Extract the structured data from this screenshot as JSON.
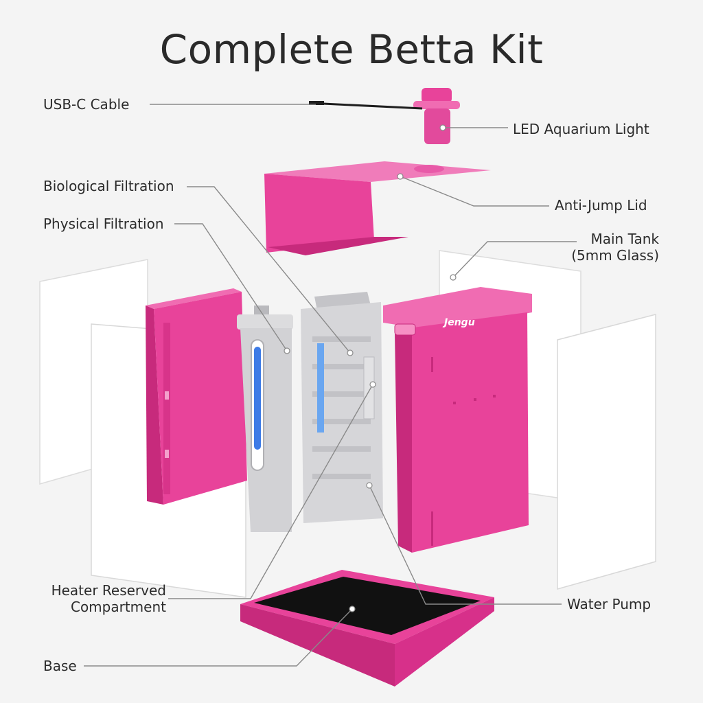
{
  "title": "Complete Betta Kit",
  "brand": "Jengu",
  "labels": {
    "usb_c_cable": "USB-C Cable",
    "led_light": "LED Aquarium Light",
    "biological_filtration": "Biological Filtration",
    "anti_jump_lid": "Anti-Jump Lid",
    "physical_filtration": "Physical Filtration",
    "main_tank_line1": "Main Tank",
    "main_tank_line2": "(5mm Glass)",
    "heater_line1": "Heater Reserved",
    "heater_line2": "Compartment",
    "water_pump": "Water Pump",
    "base": "Base"
  },
  "colors": {
    "pink": "#e8439a",
    "pink_dark": "#c72a7c",
    "pink_light": "#f06cb2",
    "grey_part": "#cfcfd2",
    "glass": "#ffffff",
    "leader": "#8a8a8a"
  }
}
